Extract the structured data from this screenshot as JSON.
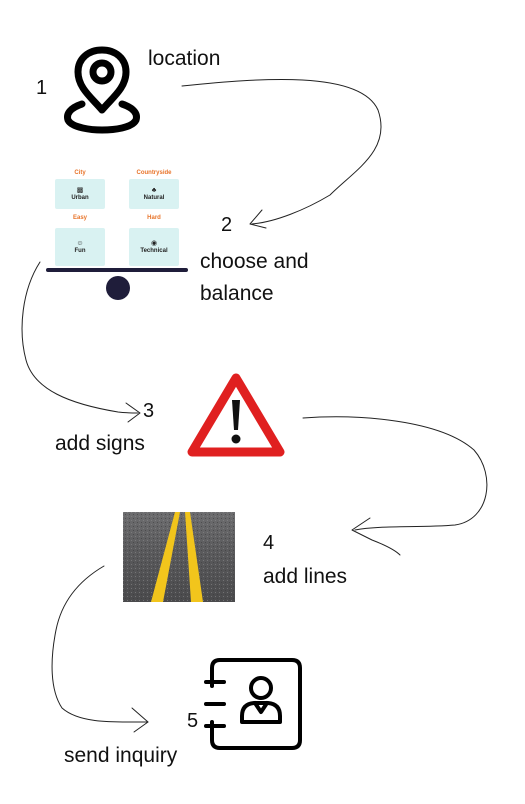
{
  "steps": [
    {
      "number": "1",
      "label": "location",
      "icon": "location-pin-icon"
    },
    {
      "number": "2",
      "label_line1": "choose and",
      "label_line2": "balance",
      "icon": "balance-scale-icon"
    },
    {
      "number": "3",
      "label": "add signs",
      "icon": "warning-sign-icon"
    },
    {
      "number": "4",
      "label": "add lines",
      "icon": "road-lines-icon"
    },
    {
      "number": "5",
      "label": "send inquiry",
      "icon": "contact-card-icon"
    }
  ],
  "balance": {
    "left_pan": {
      "top_heading": "City",
      "top_option": "Urban",
      "bottom_heading": "Easy",
      "bottom_option": "Fun"
    },
    "right_pan": {
      "top_heading": "Countryside",
      "top_option": "Natural",
      "bottom_heading": "Hard",
      "bottom_option": "Technical"
    }
  },
  "colors": {
    "warning_red": "#e02020",
    "heading_orange": "#e8742a",
    "option_bg": "#d9f2f2",
    "beam": "#1f1d3a",
    "road_line": "#f2c51c"
  }
}
